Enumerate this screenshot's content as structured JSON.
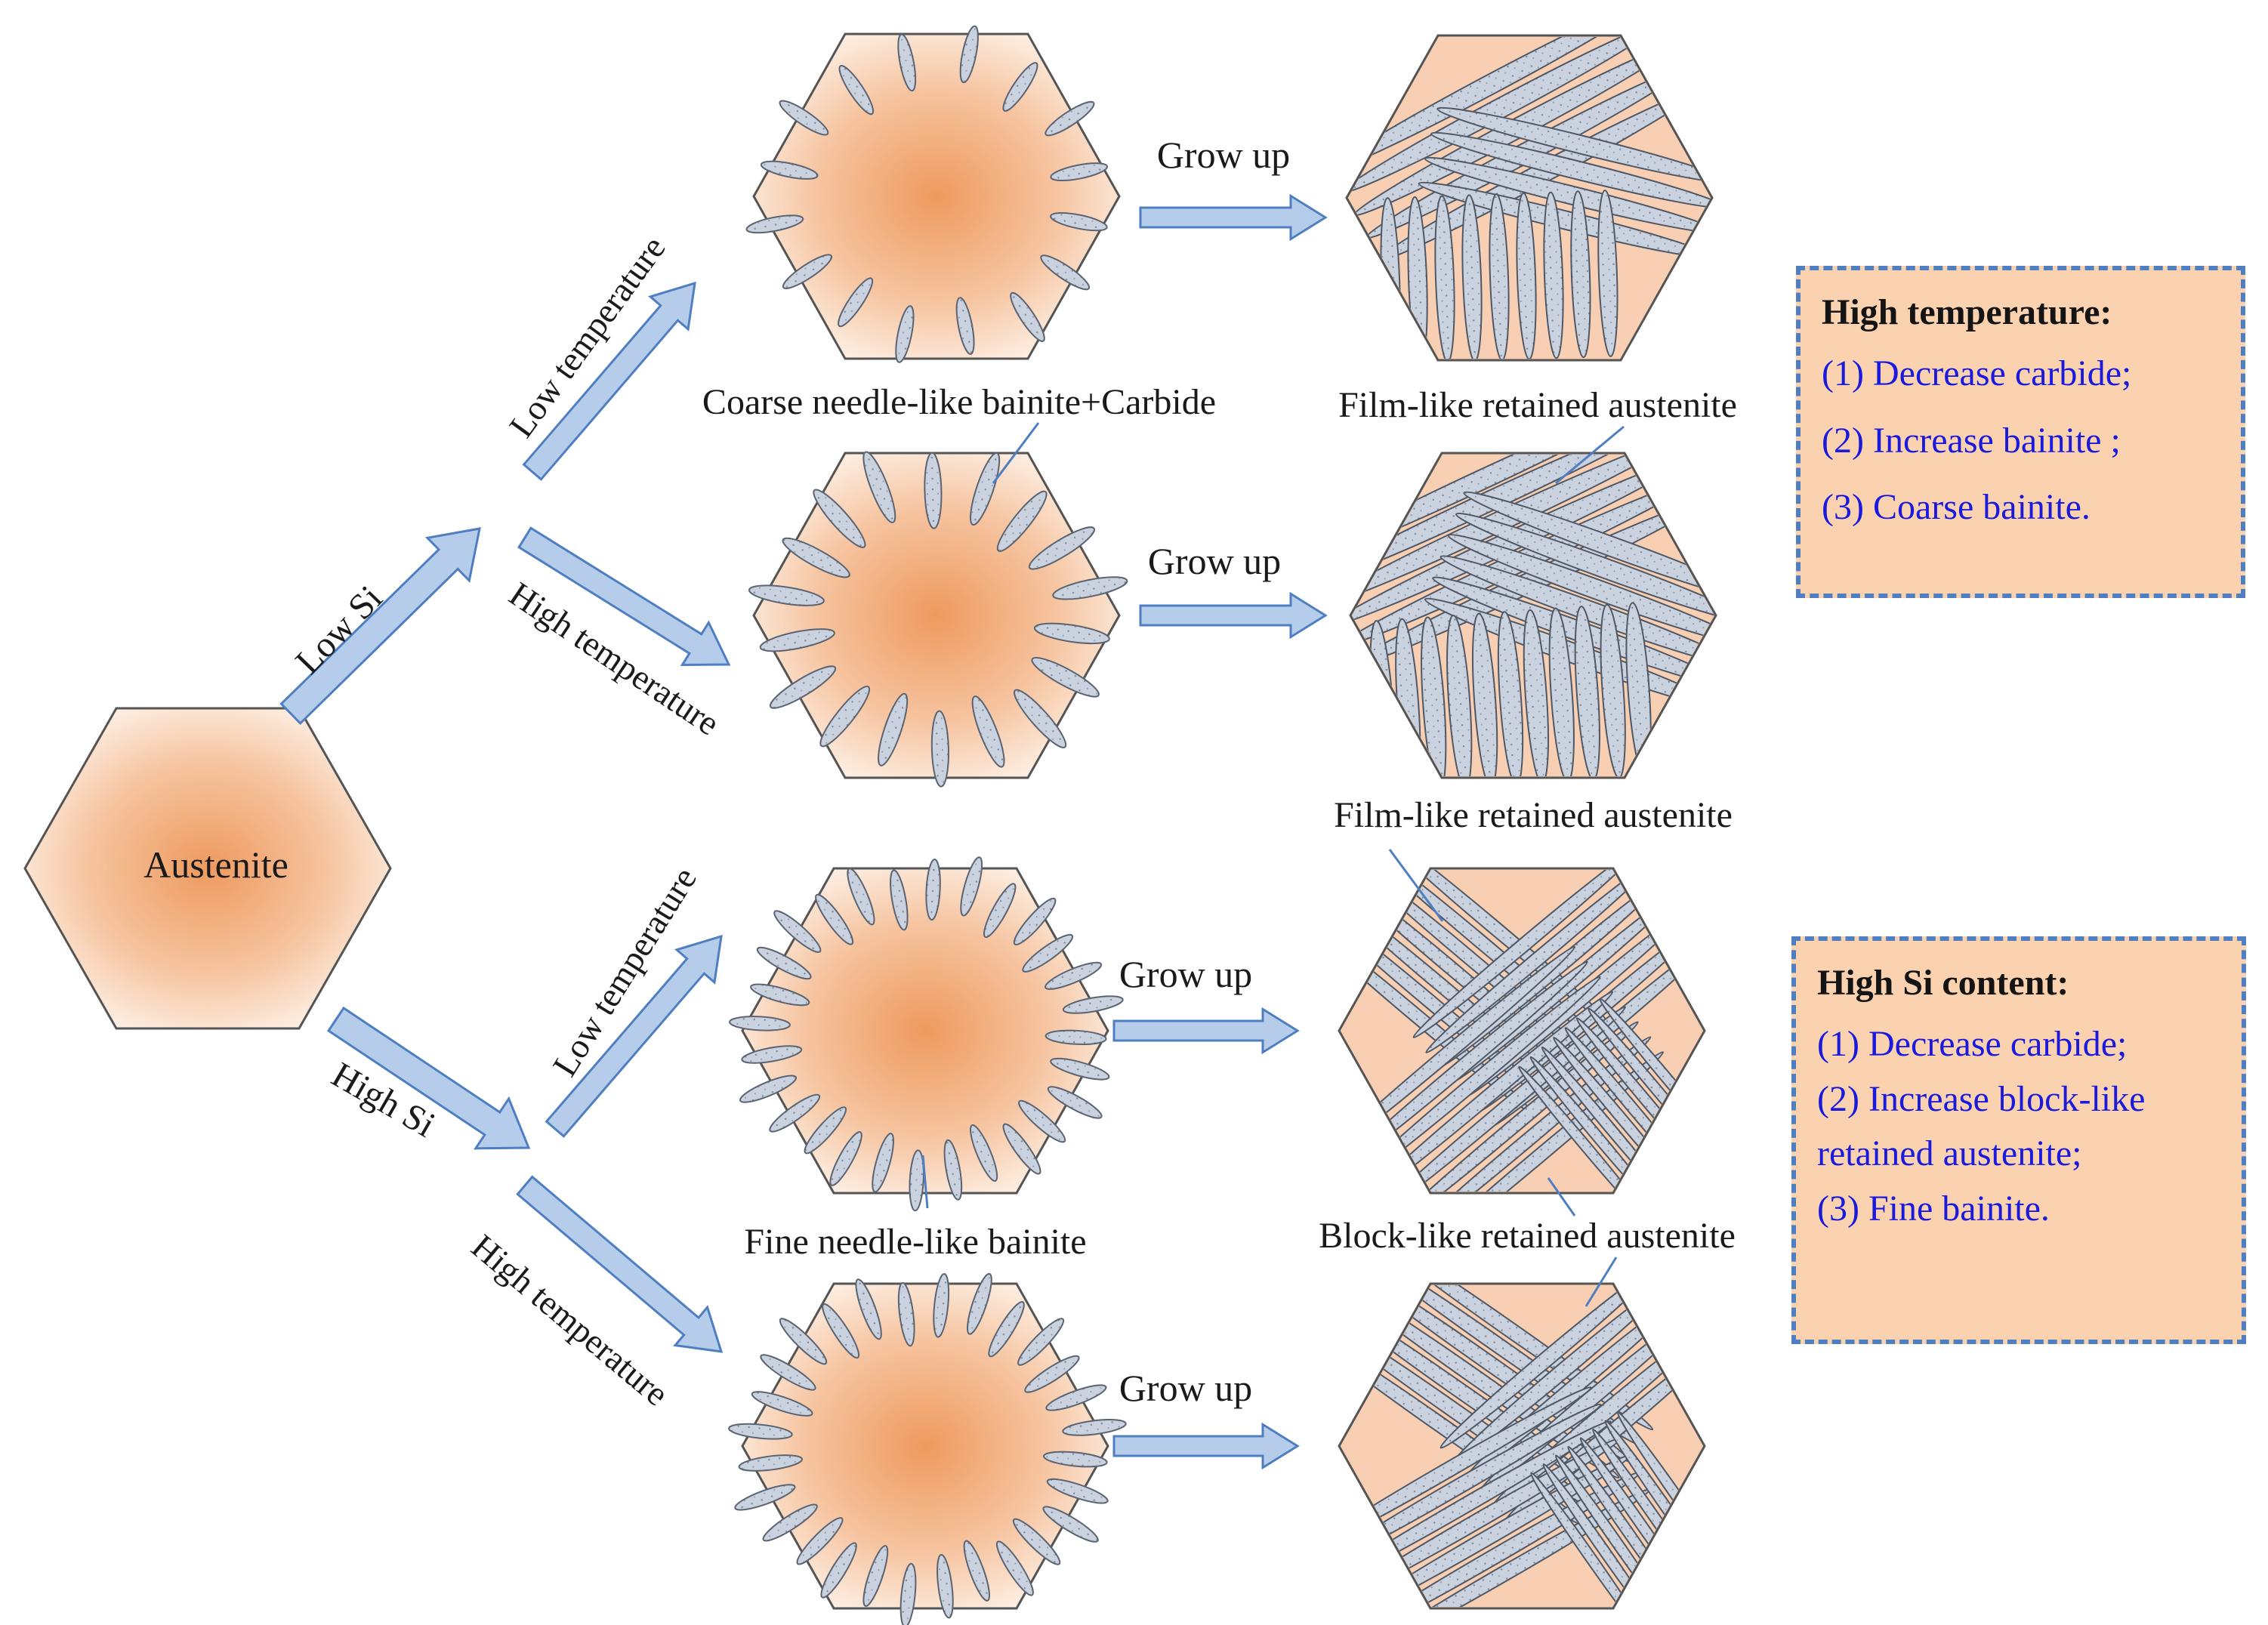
{
  "start": {
    "label": "Austenite"
  },
  "branches": {
    "low_si": "Low Si",
    "high_si": "High Si",
    "low_temp_1": "Low temperature",
    "high_temp_1": "High temperature",
    "low_temp_2": "Low temperature",
    "high_temp_2": "High temperature"
  },
  "grow_labels": [
    "Grow up",
    "Grow up",
    "Grow up",
    "Grow up"
  ],
  "captions": {
    "coarse": "Coarse needle-like bainite+Carbide",
    "film_1": "Film-like retained austenite",
    "film_2": "Film-like retained austenite",
    "fine": "Fine needle-like bainite",
    "block": "Block-like retained austenite"
  },
  "box_high_temperature": {
    "title": "High temperature:",
    "items": [
      "(1) Decrease carbide;",
      "(2) Increase bainite ;",
      "(3) Coarse bainite."
    ]
  },
  "box_high_si": {
    "title": "High Si content:",
    "items": [
      "(1) Decrease carbide;",
      "(2)  Increase  block-like",
      "retained austenite;",
      "(3) Fine bainite."
    ]
  },
  "colors": {
    "austenite_center": "#ee9a5e",
    "austenite_edge": "#fde7d6",
    "fill_light": "#f8cfb2",
    "needle": "#b9c6d8",
    "arrow": "#b5cdea",
    "arrow_edge": "#4f7fc0",
    "box_fill": "#fbd2b0",
    "box_text": "#1a1adc"
  }
}
